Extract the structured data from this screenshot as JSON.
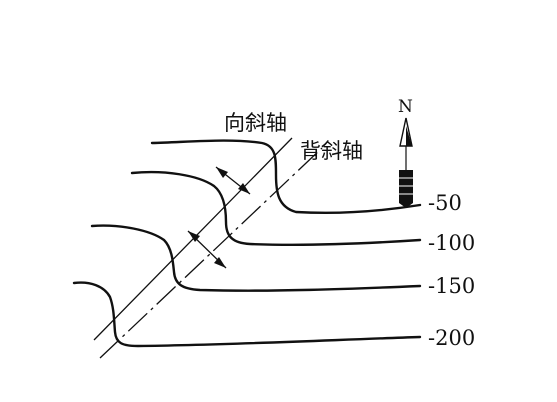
{
  "labels": {
    "syncline_axis": "向斜轴",
    "anticline_axis": "背斜轴",
    "north": "N"
  },
  "contours": [
    {
      "value": "-50"
    },
    {
      "value": "-100"
    },
    {
      "value": "-150"
    },
    {
      "value": "-200"
    }
  ],
  "colors": {
    "ink": "#111111",
    "background": "#ffffff"
  },
  "icons": {
    "north_arrow": "north-arrow-icon"
  }
}
